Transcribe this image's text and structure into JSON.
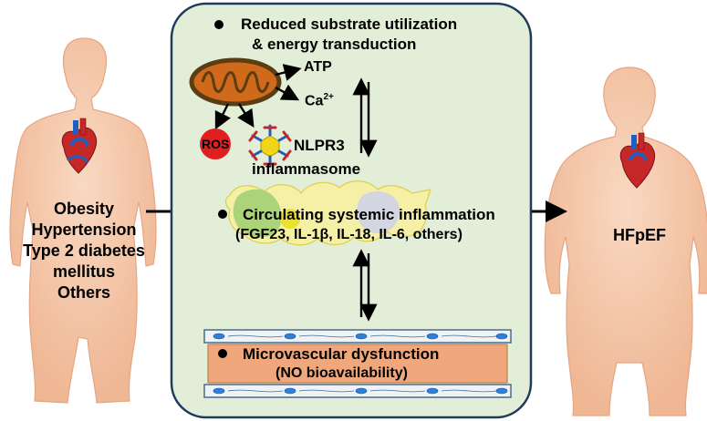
{
  "left_panel": {
    "risk_factors": [
      "Obesity",
      "Hypertension",
      "Type 2 diabetes",
      "mellitus",
      "Others"
    ]
  },
  "center_panel": {
    "section1": {
      "title_line1": "Reduced substrate utilization",
      "title_line2": "& energy transduction",
      "atp": "ATP",
      "ca": "Ca",
      "ca_superscript": "2+",
      "ros": "ROS",
      "nlrp3_line1": "NLPR3",
      "nlrp3_line2": "inflammasome"
    },
    "section2": {
      "title": "Circulating systemic inflammation",
      "markers": "(FGF23, IL-1β, IL-18, IL-6, others)"
    },
    "section3": {
      "title": "Microvascular dysfunction",
      "subtitle": "(NO bioavailability)"
    }
  },
  "right_panel": {
    "outcome": "HFpEF"
  },
  "colors": {
    "panel_fill": "#e2eed7",
    "panel_border": "#1f3a5c",
    "body_skin": "#f5c7a8",
    "mito_outer": "#6b4a1c",
    "mito_inner": "#d06a1a",
    "ros_red": "#e02020",
    "vessel_fill": "#f0a77c",
    "heart_red": "#c62828"
  }
}
